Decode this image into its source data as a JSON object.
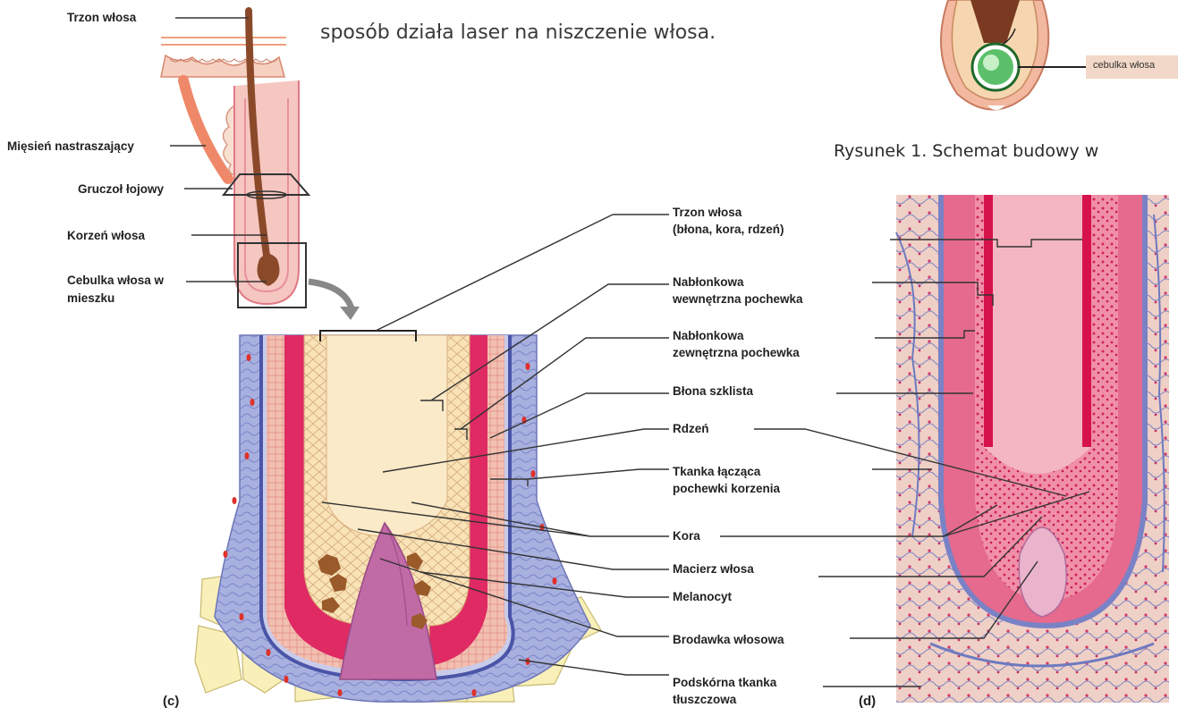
{
  "intro_text": {
    "line1": "sposób działa laser na niszczenie włosa."
  },
  "caption": "Rysunek 1. Schemat budowy w",
  "inset": {
    "label": "cebulka włosa"
  },
  "overview_labels": [
    "Trzon włosa",
    "Mięsień nastraszający",
    "Gruczoł łojowy",
    "Korzeń włosa",
    "Cebulka włosa w",
    "mieszku"
  ],
  "detail_labels": [
    {
      "line1": "Trzon włosa",
      "line2": "(błona, kora, rdzeń)"
    },
    {
      "line1": "Nabłonkowa",
      "line2": "wewnętrzna pochewka"
    },
    {
      "line1": "Nabłonkowa",
      "line2": "zewnętrzna pochewka"
    },
    {
      "line1": "Błona szklista",
      "line2": ""
    },
    {
      "line1": "Rdzeń",
      "line2": ""
    },
    {
      "line1": "Tkanka łącząca",
      "line2": "pochewki korzenia"
    },
    {
      "line1": "Kora",
      "line2": ""
    },
    {
      "line1": "Macierz włosa",
      "line2": ""
    },
    {
      "line1": "Melanocyt",
      "line2": ""
    },
    {
      "line1": "Brodawka włosowa",
      "line2": ""
    },
    {
      "line1": "Podskórna tkanka",
      "line2": "tłuszczowa"
    }
  ],
  "panel_letters": {
    "c": "(c)",
    "d": "(d)"
  },
  "colors": {
    "hair_shaft": "#8a4a2a",
    "epidermis": "#f4b99a",
    "muscle": "#ef8a6a",
    "sheath_pink": "#e0346a",
    "cortex": "#f8e0b0",
    "connective": "#9aa4d8",
    "fat": "#f8f0b8",
    "micro_bg": "#efc7c0",
    "inset_green": "#2e9a3a"
  }
}
